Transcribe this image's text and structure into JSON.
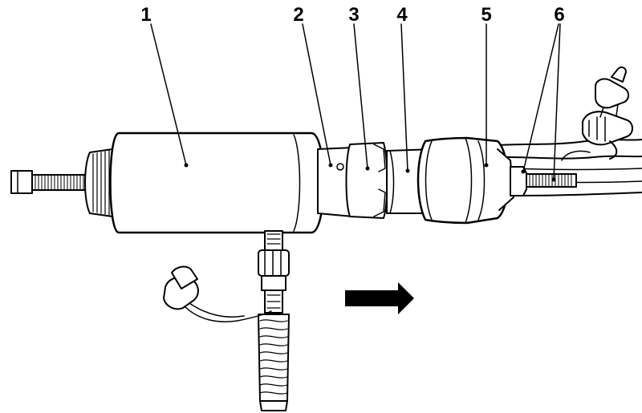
{
  "callouts": [
    {
      "id": 1,
      "label": "1"
    },
    {
      "id": 2,
      "label": "2"
    },
    {
      "id": 3,
      "label": "3"
    },
    {
      "id": 4,
      "label": "4"
    },
    {
      "id": 5,
      "label": "5"
    },
    {
      "id": 6,
      "label": "6"
    }
  ],
  "colors": {
    "line": "#000000",
    "fill": "#ffffff"
  },
  "arrow": {
    "direction": "right"
  }
}
